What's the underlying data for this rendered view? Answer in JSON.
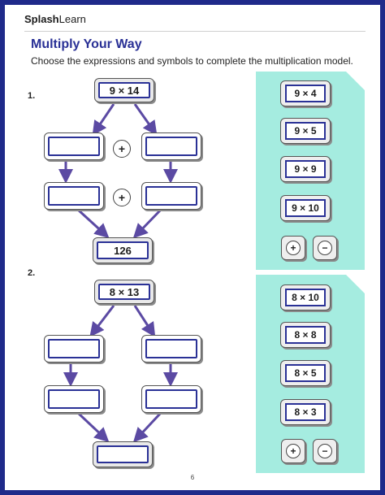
{
  "brand": {
    "logo_bold": "Splash",
    "logo_light": "Learn"
  },
  "title": "Multiply Your Way",
  "instruction": "Choose the expressions and symbols to complete the multiplication model.",
  "questions": [
    {
      "number": "1.",
      "top_expression": "9 × 14",
      "result": "126",
      "plus_1": "+",
      "plus_2": "+"
    },
    {
      "number": "2.",
      "top_expression": "8 × 13",
      "result": ""
    }
  ],
  "options_1": [
    "9 × 4",
    "9 × 5",
    "9 × 9",
    "9 × 10"
  ],
  "options_2": [
    "8 × 10",
    "8 × 8",
    "8 × 5",
    "8 × 3"
  ],
  "symbols": {
    "plus": "+",
    "minus": "−"
  },
  "page_number": "6",
  "colors": {
    "border": "#1f2a8a",
    "title": "#2a3196",
    "panel": "#a5ece0",
    "arrow": "#5b4aa3"
  }
}
